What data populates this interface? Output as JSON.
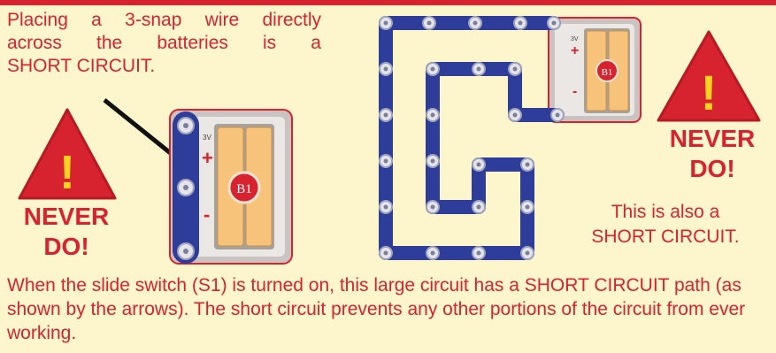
{
  "colors": {
    "accent_red": "#d7232f",
    "background": "#fdf6cc",
    "wire_blue": "#2e3d9a",
    "battery_orange": "#f7c27a",
    "holder_gray": "#d3cfcb"
  },
  "intro": {
    "line1": "Placing a 3-snap wire directly",
    "line2": "across the batteries is a",
    "line3": "SHORT CIRCUIT."
  },
  "warning_left": {
    "mark": "!",
    "line1": "NEVER",
    "line2": "DO!"
  },
  "warning_right": {
    "mark": "!",
    "line1": "NEVER",
    "line2": "DO!"
  },
  "battery_left": {
    "label": "B1",
    "plus": "+",
    "minus": "-",
    "voltage": "3V"
  },
  "battery_right": {
    "label": "B1",
    "plus": "+",
    "minus": "-",
    "voltage": "3V"
  },
  "note": {
    "line1": "This is also a",
    "line2": "SHORT CIRCUIT."
  },
  "paragraph": "When the slide switch (S1) is turned on, this large circuit has a SHORT CIRCUIT path (as shown by the arrows). The short circuit prevents any other portions of the circuit from ever working.",
  "icons": [
    "warning-triangle-icon",
    "pointer-arrow-icon",
    "battery-holder-icon",
    "snap-wire-circuit-icon"
  ]
}
